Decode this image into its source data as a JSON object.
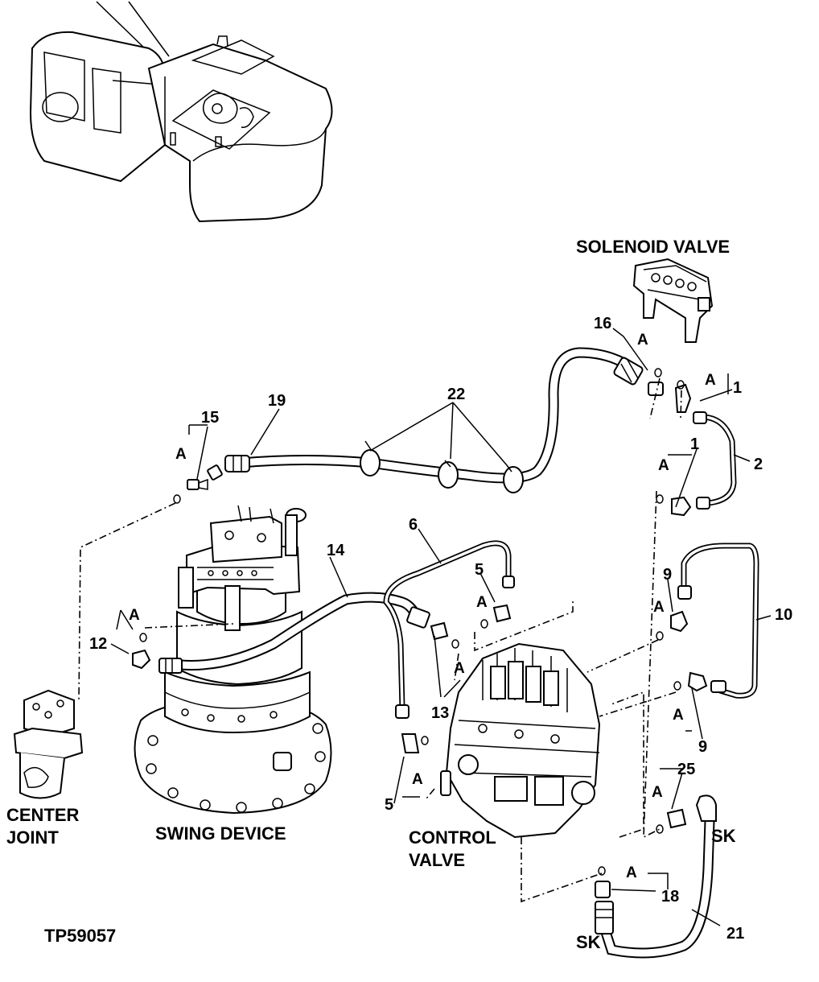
{
  "figure_id": "TP59057",
  "components": {
    "solenoid_valve": "SOLENOID VALVE",
    "swing_device": "SWING DEVICE",
    "control_valve_line1": "CONTROL",
    "control_valve_line2": "VALVE",
    "center_joint_line1": "CENTER",
    "center_joint_line2": "JOINT"
  },
  "callouts": [
    "1",
    "1",
    "2",
    "5",
    "5",
    "6",
    "9",
    "9",
    "10",
    "12",
    "13",
    "14",
    "15",
    "16",
    "18",
    "19",
    "21",
    "22",
    "25"
  ],
  "detail_marker": "A",
  "connector_marker": "SK"
}
